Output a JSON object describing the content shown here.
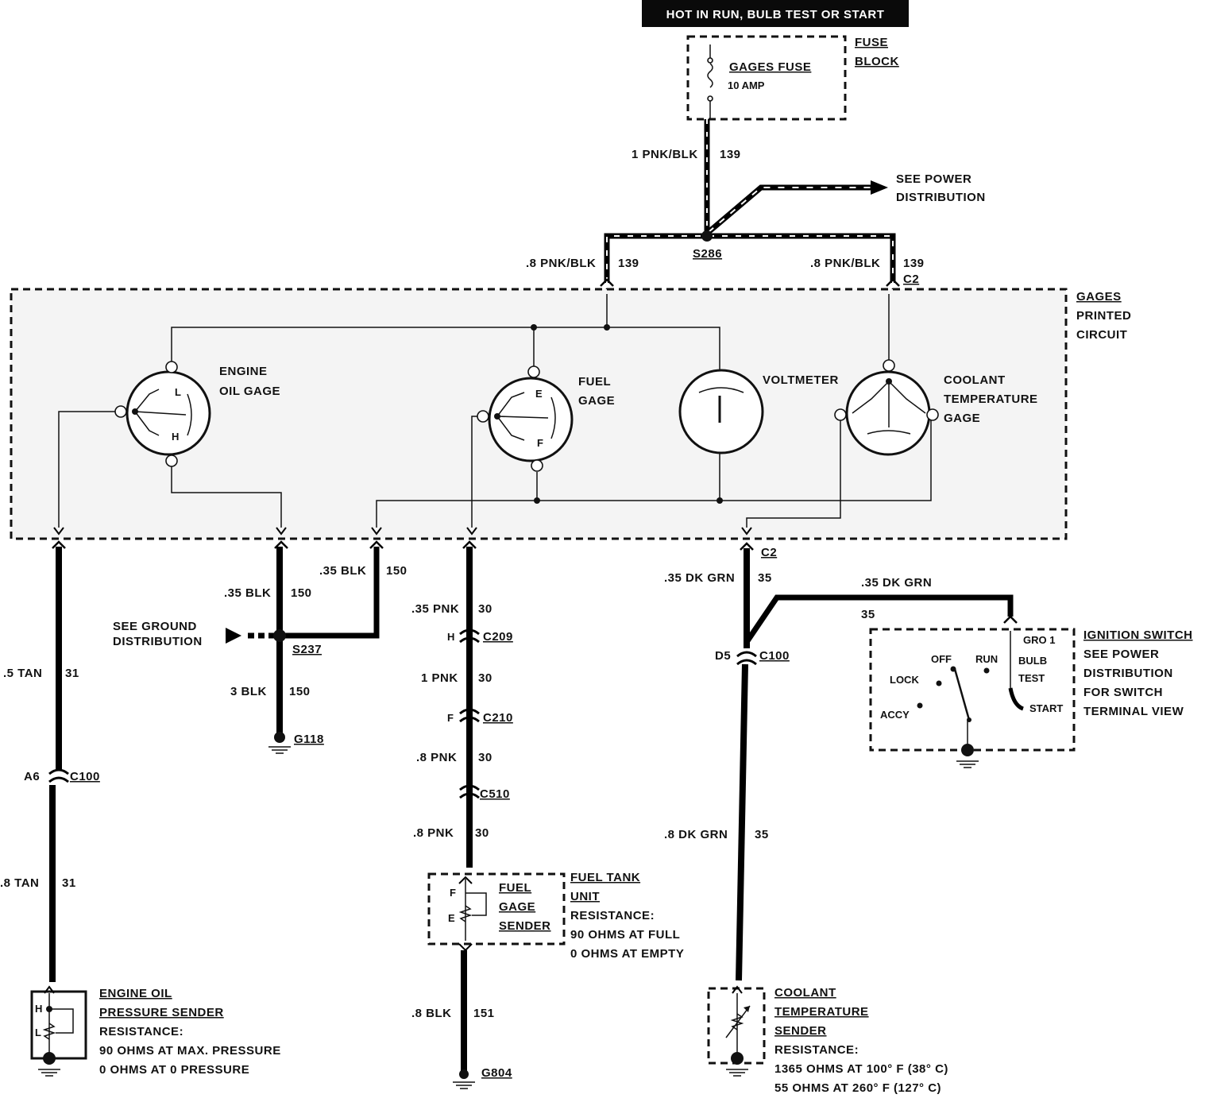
{
  "header": "HOT IN RUN,  BULB TEST OR START",
  "fuse_block": {
    "line1": "FUSE",
    "line2": "BLOCK",
    "fuse_name": "GAGES FUSE",
    "fuse_rating": "10 AMP"
  },
  "wires": {
    "feed_gauge": "1 PNK/BLK",
    "feed_circuit": "139",
    "left_gauge": ".8 PNK/BLK",
    "left_circuit": "139",
    "right_gauge": ".8 PNK/BLK",
    "right_circuit": "139",
    "tan_upper_gauge": ".5 TAN",
    "tan_upper_circuit": "31",
    "tan_lower_gauge": ".8 TAN",
    "tan_lower_circuit": "31",
    "blk_a_gauge": ".35 BLK",
    "blk_a_circuit": "150",
    "blk_b_gauge": ".35 BLK",
    "blk_b_circuit": "150",
    "blk_c_gauge": "3 BLK",
    "blk_c_circuit": "150",
    "pnk_1_gauge": ".35 PNK",
    "pnk_1_circuit": "30",
    "pnk_2_gauge": "1 PNK",
    "pnk_2_circuit": "30",
    "pnk_3_gauge": ".8 PNK",
    "pnk_3_circuit": "30",
    "pnk_4_gauge": ".8 PNK",
    "pnk_4_circuit": "30",
    "blk_fuel_gauge": ".8 BLK",
    "blk_fuel_circuit": "151",
    "grn_1_gauge": ".35 DK GRN",
    "grn_1_circuit": "35",
    "grn_2_gauge": ".35 DK GRN",
    "grn_2_circuit": "35",
    "grn_3_gauge": ".8 DK GRN",
    "grn_3_circuit": "35"
  },
  "refs": {
    "power": [
      "SEE POWER",
      "DISTRIBUTION"
    ],
    "ground": [
      "SEE GROUND",
      "DISTRIBUTION"
    ]
  },
  "splices": {
    "s286": "S286",
    "s237": "S237"
  },
  "connectors": {
    "c2_top": "C2",
    "c2_bottom": "C2",
    "c100_left": "C100",
    "c100_left_pin": "A6",
    "c100_right": "C100",
    "c100_right_pin": "D5",
    "c209": "C209",
    "c209_pin": "H",
    "c210": "C210",
    "c210_pin": "F",
    "c510": "C510"
  },
  "grounds": {
    "g118": "G118",
    "g804": "G804"
  },
  "printed_circuit": [
    "GAGES",
    "PRINTED",
    "CIRCUIT"
  ],
  "gauges": {
    "oil": [
      "ENGINE",
      "OIL GAGE"
    ],
    "fuel": [
      "FUEL",
      "GAGE"
    ],
    "volt": "VOLTMETER",
    "coolant": [
      "COOLANT",
      "TEMPERATURE",
      "GAGE"
    ],
    "letters": {
      "l": "L",
      "h": "H",
      "e": "E",
      "f": "F"
    }
  },
  "ignition": {
    "title": "IGNITION SWITCH",
    "note": [
      "SEE POWER",
      "DISTRIBUTION",
      "FOR SWITCH",
      "TERMINAL VIEW"
    ],
    "positions": {
      "gro": "GRO 1",
      "bulb": "BULB",
      "test": "TEST",
      "start": "START",
      "off": "OFF",
      "run": "RUN",
      "lock": "LOCK",
      "accy": "ACCY"
    }
  },
  "fuel_sender": {
    "name": [
      "FUEL",
      "GAGE",
      "SENDER"
    ],
    "info": [
      "FUEL TANK",
      "UNIT",
      "RESISTANCE:",
      "90 OHMS AT FULL",
      "0 OHMS AT EMPTY"
    ],
    "f": "F",
    "e": "E"
  },
  "oil_sender": {
    "info": [
      "ENGINE OIL",
      "PRESSURE SENDER",
      "RESISTANCE:",
      "90 OHMS AT MAX. PRESSURE",
      "0 OHMS AT 0 PRESSURE"
    ],
    "h": "H",
    "l": "L"
  },
  "coolant_sender": {
    "info": [
      "COOLANT",
      "TEMPERATURE",
      "SENDER",
      "RESISTANCE:",
      "1365 OHMS AT 100° F (38° C)",
      "55 OHMS AT 260° F (127° C)"
    ]
  }
}
